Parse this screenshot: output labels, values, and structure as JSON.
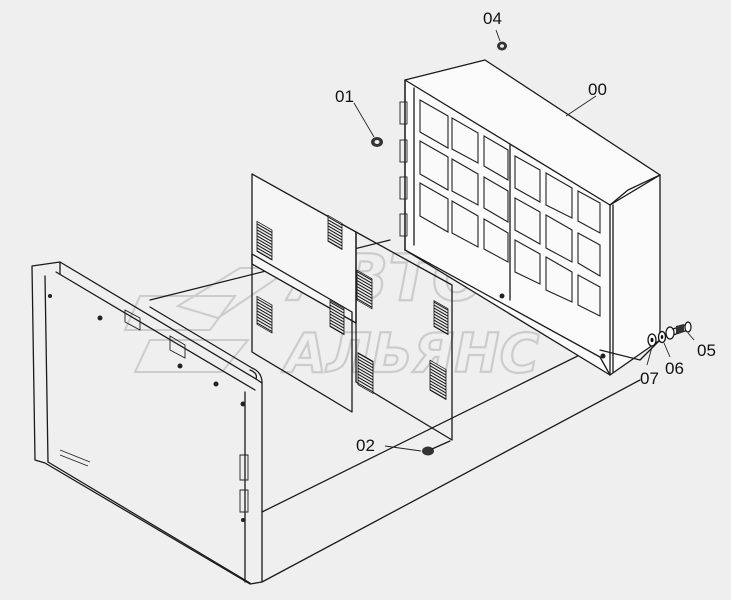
{
  "watermark": {
    "line1": "АВТО",
    "line2": "АЛЬЯНС"
  },
  "callouts": [
    {
      "id": "00",
      "part": "frame-housing"
    },
    {
      "id": "01",
      "part": "nut"
    },
    {
      "id": "02",
      "part": "bolt"
    },
    {
      "id": "04",
      "part": "nut"
    },
    {
      "id": "05",
      "part": "bolt"
    },
    {
      "id": "06",
      "part": "washer"
    },
    {
      "id": "07",
      "part": "washer"
    }
  ]
}
